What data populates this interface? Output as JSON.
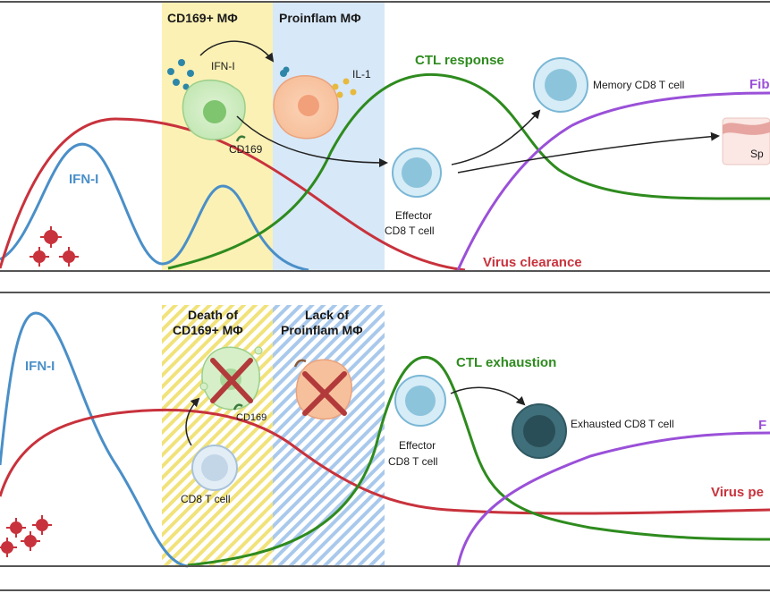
{
  "colors": {
    "ifn": "#4a8fc8",
    "virus": "#c8323c",
    "ctl": "#2e8b1e",
    "fib": "#9a50d8",
    "cd169_band": "#fbf1b4",
    "proinflam_band": "#d7e8f8",
    "dark_text": "#1a1a1a"
  },
  "top_panel": {
    "cd169_header": "CD169+ MΦ",
    "proinflam_header": "Proinflam MΦ",
    "ifn_label": "IFN-I",
    "ifn_small": "IFN-I",
    "il1": "IL-1",
    "cd169_receptor": "CD169",
    "ctl_label": "CTL response",
    "memory_label": "Memory CD8 T cell",
    "fib_label": "Fib",
    "spleen_label": "Sp",
    "effector_line1": "Effector",
    "effector_line2": "CD8 T cell",
    "virus_label": "Virus clearance"
  },
  "bottom_panel": {
    "death_line1": "Death of",
    "death_line2": "CD169+ MΦ",
    "lack_line1": "Lack of",
    "lack_line2": "Proinflam MΦ",
    "ifn_label": "IFN-I",
    "cd169_receptor": "CD169",
    "cd8_label": "CD8 T cell",
    "effector_line1": "Effector",
    "effector_line2": "CD8 T cell",
    "ctl_label": "CTL exhaustion",
    "exhausted_label": "Exhausted CD8 T cell",
    "fib_label": "F",
    "virus_label": "Virus pe"
  }
}
